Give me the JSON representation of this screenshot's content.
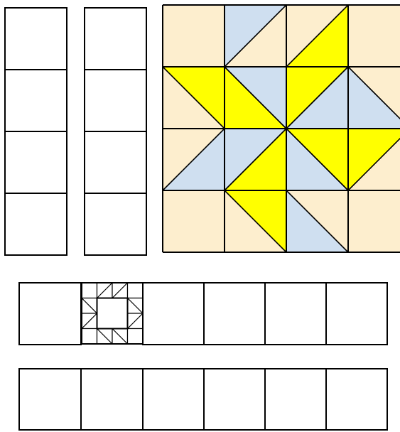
{
  "colors": {
    "background": "#ffffff",
    "outline": "#000000",
    "cell": "#ffffff",
    "quilt_background": "#fdeece",
    "star_blue": "#cfdff0",
    "star_yellow": "#ffff00"
  },
  "left_columns": {
    "count": 2,
    "squares_each": 4
  },
  "quilt_block": {
    "grid": 4,
    "pattern": "eight-pointed-star",
    "triangles": [
      {
        "cell": [
          1,
          0
        ],
        "half": "tl",
        "color": "star_blue"
      },
      {
        "cell": [
          2,
          0
        ],
        "half": "br",
        "color": "star_yellow"
      },
      {
        "cell": [
          0,
          1
        ],
        "half": "tr",
        "color": "star_yellow"
      },
      {
        "cell": [
          1,
          1
        ],
        "half": "bl",
        "color": "star_yellow"
      },
      {
        "cell": [
          1,
          1
        ],
        "half": "tr",
        "color": "star_blue"
      },
      {
        "cell": [
          2,
          1
        ],
        "half": "tl",
        "color": "star_yellow"
      },
      {
        "cell": [
          2,
          1
        ],
        "half": "br",
        "color": "star_blue"
      },
      {
        "cell": [
          3,
          1
        ],
        "half": "bl",
        "color": "star_blue"
      },
      {
        "cell": [
          0,
          2
        ],
        "half": "br",
        "color": "star_blue"
      },
      {
        "cell": [
          1,
          2
        ],
        "half": "tl",
        "color": "star_blue"
      },
      {
        "cell": [
          1,
          2
        ],
        "half": "br",
        "color": "star_yellow"
      },
      {
        "cell": [
          2,
          2
        ],
        "half": "tr",
        "color": "star_yellow"
      },
      {
        "cell": [
          2,
          2
        ],
        "half": "bl",
        "color": "star_blue"
      },
      {
        "cell": [
          3,
          2
        ],
        "half": "tl",
        "color": "star_yellow"
      },
      {
        "cell": [
          1,
          3
        ],
        "half": "tr",
        "color": "star_yellow"
      },
      {
        "cell": [
          2,
          3
        ],
        "half": "bl",
        "color": "star_blue"
      }
    ]
  },
  "strip_one": {
    "cells": 6,
    "miniature_block_cell": 1
  },
  "strip_two": {
    "cells": 6
  }
}
